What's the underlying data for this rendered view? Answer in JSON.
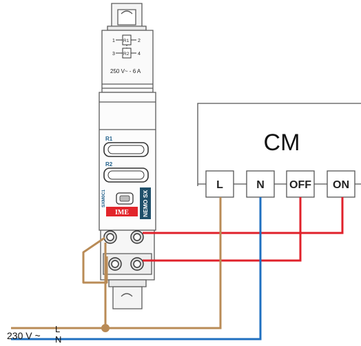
{
  "device": {
    "relay1_left": "1",
    "relay1_name": "R1",
    "relay1_right": "2",
    "relay2_left": "3",
    "relay2_name": "R2",
    "relay2_right": "4",
    "rating": "250 V~ - 6 A",
    "led1_label": "R1",
    "led2_label": "R2",
    "model_code": "SXM0C1",
    "brand": "IME",
    "product_name": "NEMO SX"
  },
  "module": {
    "title": "CM",
    "terminals": [
      "L",
      "N",
      "OFF",
      "ON"
    ]
  },
  "supply": {
    "voltage": "230 V ~",
    "line": "L",
    "neutral": "N"
  },
  "colors": {
    "line_wire": "#b98b56",
    "neutral_wire": "#1f6fc0",
    "control_wire": "#e0202a",
    "housing_stroke": "#5a5a5a",
    "brand_bg": "#e2252b",
    "product_bg": "#1f4f6a"
  }
}
